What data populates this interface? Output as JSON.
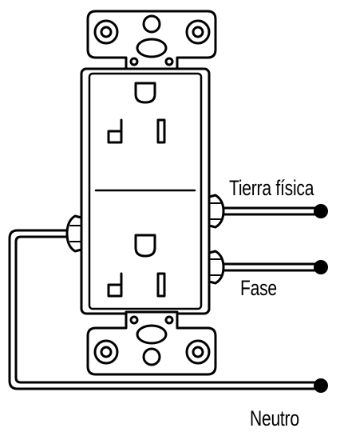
{
  "labels": {
    "ground": "Tierra física",
    "hot": "Fase",
    "neutral": "Neutro"
  },
  "colors": {
    "stroke": "#000000",
    "fill": "#ffffff"
  }
}
